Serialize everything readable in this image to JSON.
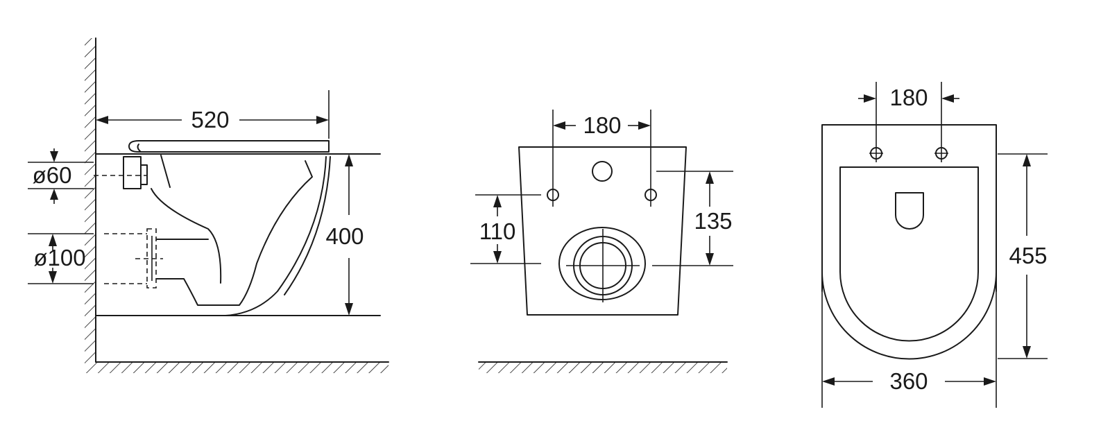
{
  "colors": {
    "line": "#1a1a1a",
    "background": "#ffffff"
  },
  "views": {
    "side": {
      "length": "520",
      "height": "400",
      "inlet_diameter": "ø60",
      "outlet_diameter": "ø100"
    },
    "rear": {
      "bolt_spacing": "180",
      "bolt_height_left": "110",
      "bolt_height_right": "135"
    },
    "top": {
      "bolt_spacing": "180",
      "length": "455",
      "width": "360"
    }
  }
}
